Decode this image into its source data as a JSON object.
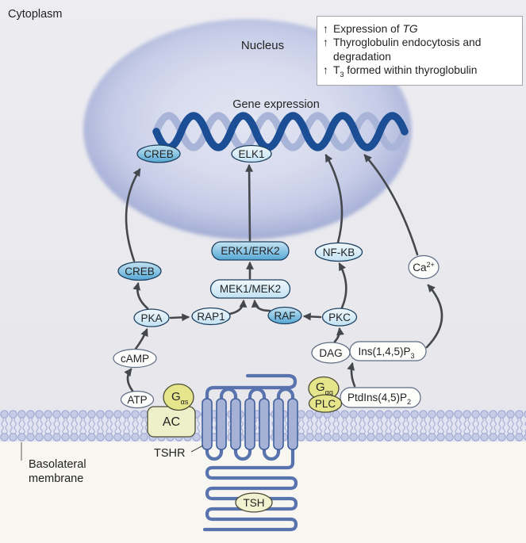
{
  "labels": {
    "cytoplasm": "Cytoplasm",
    "nucleus": "Nucleus",
    "gene_expression": "Gene expression",
    "basolateral_line1": "Basolateral",
    "basolateral_line2": "membrane"
  },
  "annotation": {
    "up": "↑",
    "item1": {
      "prefix": "Expression of ",
      "gene": "TG"
    },
    "item2": {
      "text": "Thyroglobulin endocytosis and degradation"
    },
    "item3": {
      "prefix": "T",
      "sub": "3",
      "suffix": " formed within thyroglobulin"
    }
  },
  "nodes": {
    "creb_nuclear": "CREB",
    "elk1": "ELK1",
    "creb": "CREB",
    "pka": "PKA",
    "rap1": "RAP1",
    "raf": "RAF",
    "pkc": "PKC",
    "mek": "MEK1/MEK2",
    "erk": "ERK1/ERK2",
    "nfkb": "NF-KB",
    "camp": "cAMP",
    "atp": "ATP",
    "ac": "AC",
    "gas": {
      "main": "G",
      "sub": "αs"
    },
    "gaq": {
      "main": "G",
      "sub": "αq"
    },
    "plc": "PLC",
    "dag": "DAG",
    "ins145p3": {
      "main": "Ins(1,4,5)P",
      "sub": "3"
    },
    "ptdins45p2": {
      "main": "PtdIns(4,5)P",
      "sub": "2"
    },
    "ca": {
      "main": "Ca",
      "sup": "2+"
    },
    "tsh": "TSH",
    "tshr": "TSHR"
  },
  "colors": {
    "node_dark_blue": "#58a8d4",
    "node_pale_blue": "#cfe9f6",
    "membrane_blue": "#5873ae",
    "dna_dark": "#1b4e94",
    "dna_light": "#a9b5d8",
    "arrow": "#44484c",
    "g_protein_yellow": "#e5e58c",
    "enzyme_pale_yellow": "#eef0ca",
    "cytoplasm_bg": "#eaeaee",
    "extracellular_bg": "#f8f6f0"
  }
}
